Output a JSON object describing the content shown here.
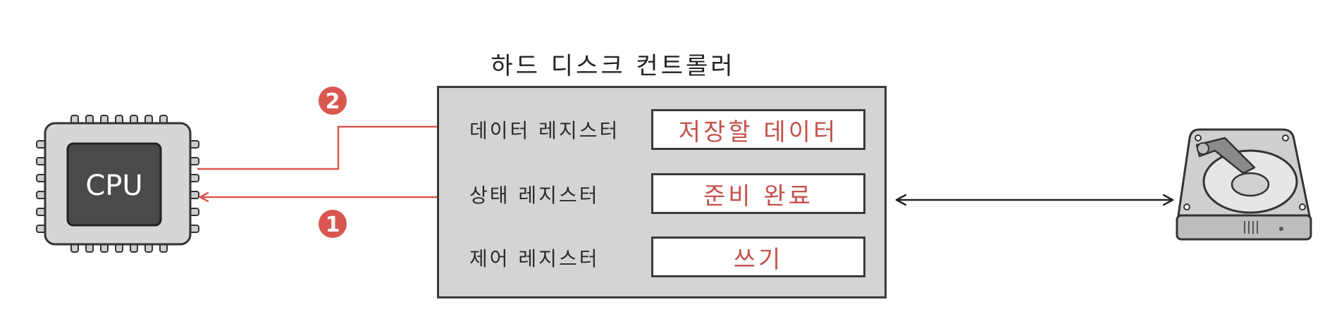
{
  "controller": {
    "title": "하드 디스크 컨트롤러"
  },
  "registers": [
    {
      "label": "데이터 레지스터",
      "value": "저장할 데이터"
    },
    {
      "label": "상태 레지스터",
      "value": "준비 완료"
    },
    {
      "label": "제어 레지스터",
      "value": "쓰기"
    }
  ],
  "cpu": {
    "label": "CPU"
  },
  "steps": [
    {
      "number": "1"
    },
    {
      "number": "2"
    }
  ],
  "colors": {
    "accent": "#d9574e",
    "value_text": "#c4524c",
    "box_fill": "#d4d4d4",
    "outline": "#3a3a3a"
  },
  "icons": {
    "processor": "cpu-chip-icon",
    "disk": "hard-disk-drive-icon"
  }
}
